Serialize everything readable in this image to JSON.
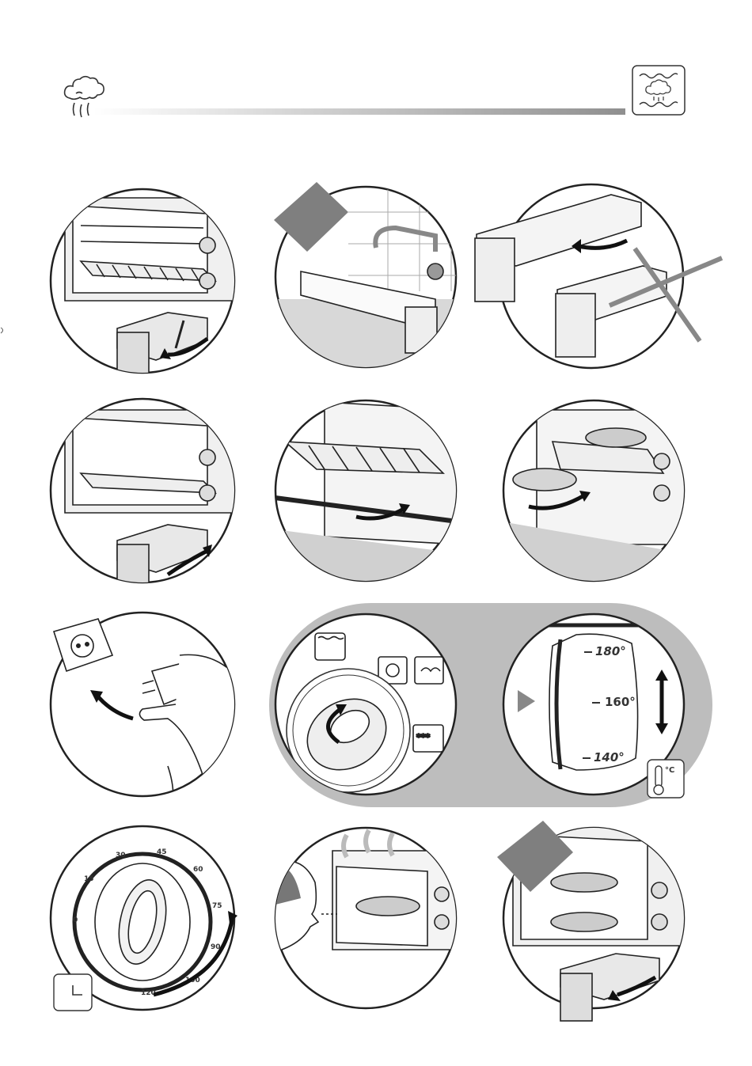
{
  "header": {
    "steam_icon": "steam-cloud-icon",
    "mode_icon": "steam-mode-icon"
  },
  "temperature_dial": {
    "marks": [
      "180°",
      "160°",
      "140°"
    ],
    "unit": "°C"
  },
  "timer_dial": {
    "marks": [
      "0",
      "15",
      "30",
      "45",
      "60",
      "75",
      "90",
      "100",
      "120"
    ]
  },
  "colors": {
    "stroke": "#222222",
    "panel_gray": "#c8c8c8",
    "band_gray": "#bcbcbc",
    "bar_dark": "#9a9a9a"
  }
}
